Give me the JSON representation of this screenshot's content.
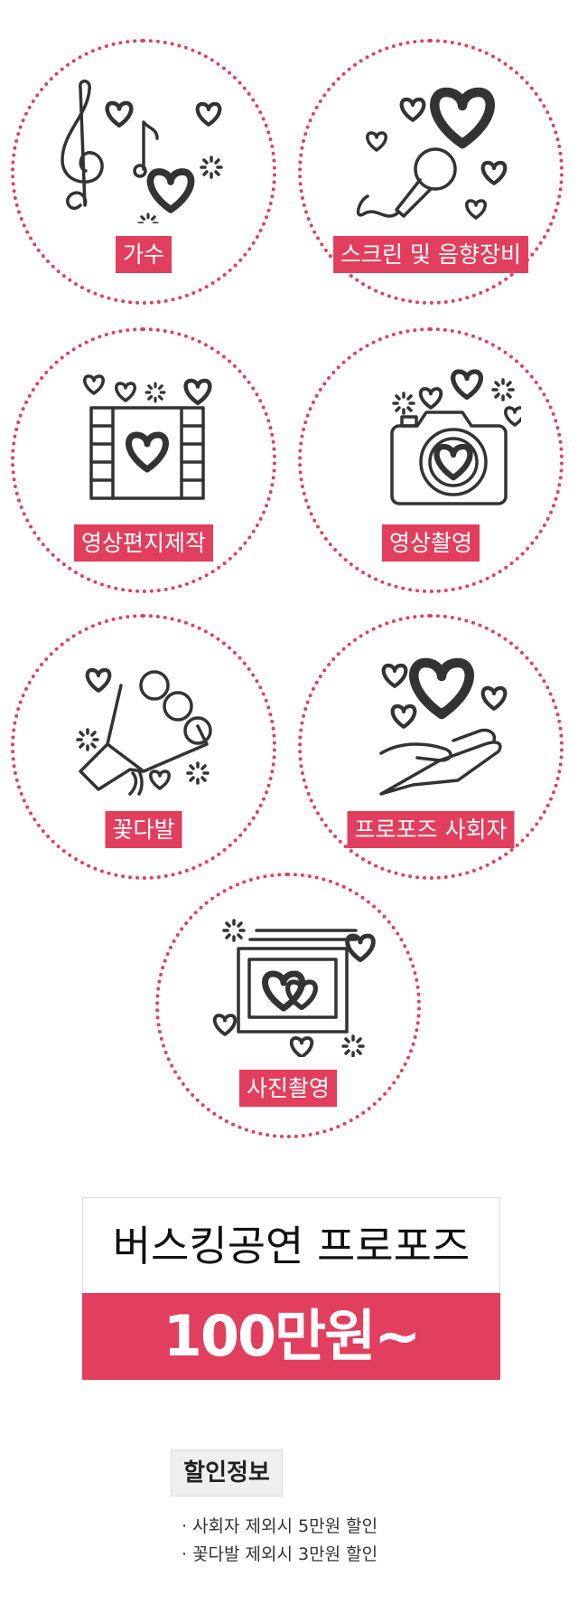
{
  "colors": {
    "accent": "#e23e5d",
    "icon": "#333333"
  },
  "services": [
    {
      "label": "가수",
      "icon": "music-notes-hearts-icon"
    },
    {
      "label": "스크린 및 음향장비",
      "icon": "microphone-icon"
    },
    {
      "label": "영상편지제작",
      "icon": "film-heart-icon"
    },
    {
      "label": "영상촬영",
      "icon": "camera-heart-icon"
    },
    {
      "label": "꽃다발",
      "icon": "flower-bouquet-icon"
    },
    {
      "label": "프로포즈 사회자",
      "icon": "hand-heart-icon"
    },
    {
      "label": "사진촬영",
      "icon": "photo-frame-heart-icon"
    }
  ],
  "price": {
    "title": "버스킹공연 프로포즈",
    "value": "100만원~"
  },
  "discount": {
    "title": "할인정보",
    "items": [
      "· 사회자 제외시 5만원 할인",
      "· 꽃다발 제외시 3만원 할인"
    ]
  }
}
